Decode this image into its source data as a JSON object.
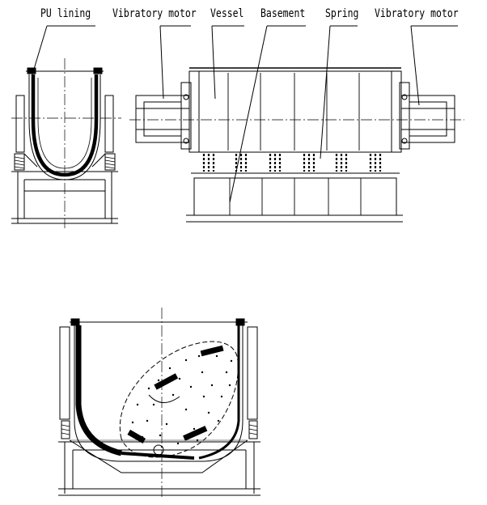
{
  "labels": {
    "pu_lining": "PU lining",
    "vibratory_motor_left": "Vibratory motor",
    "vessel": "Vessel",
    "basement": "Basement",
    "spring": "Spring",
    "vibratory_motor_right": "Vibratory motor"
  },
  "colors": {
    "line": "#000000",
    "background": "#ffffff"
  }
}
